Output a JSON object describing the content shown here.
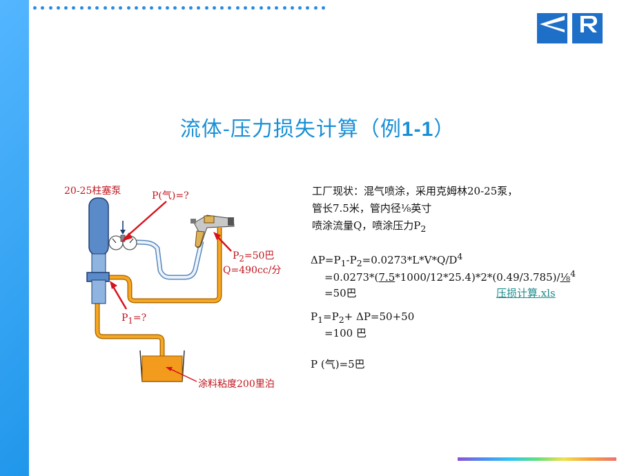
{
  "title": {
    "main": "流体-压力损失计算（例",
    "num": "1-1",
    "end": "）"
  },
  "logos": {
    "left": "KREMLIN",
    "right": "REXSON"
  },
  "diagram": {
    "pump_label": "20-25柱塞泵",
    "air_pressure_label": "P(气)=?",
    "p2_label": "P",
    "p2_sub": "2",
    "p2_value": "=50巴",
    "q_label": "Q=490cc/分",
    "p1_label": "P",
    "p1_sub": "1",
    "p1_value": "=?",
    "paint_label": "涂料粘度200里泊"
  },
  "text": {
    "line1": "工厂现状：混气喷涂，采用克姆林20-25泵，",
    "line2": "管长7.5米，管内径⅛英寸",
    "line3_a": "喷涂流量Q，喷涂压力P",
    "line3_sub": "2",
    "f1_a": "ΔP=P",
    "f1_sub1": "1",
    "f1_b": "-P",
    "f1_sub2": "2",
    "f1_c": "=0.0273*L*V*Q/D",
    "f1_sup": "4",
    "f2_a": "=0.0273*(",
    "f2_b": "7.5",
    "f2_c": "*1000/12*25.4)*2*(0.49/3.785)/",
    "f2_d": "⅛",
    "f2_sup": "4",
    "f3": "=50巴",
    "link": "压损计算.xls",
    "f4_a": "P",
    "f4_sub1": "1",
    "f4_b": "=P",
    "f4_sub2": "2",
    "f4_c": "+ ΔP=50+50",
    "f5": "=100 巴",
    "f6": "P (气)=5巴"
  }
}
